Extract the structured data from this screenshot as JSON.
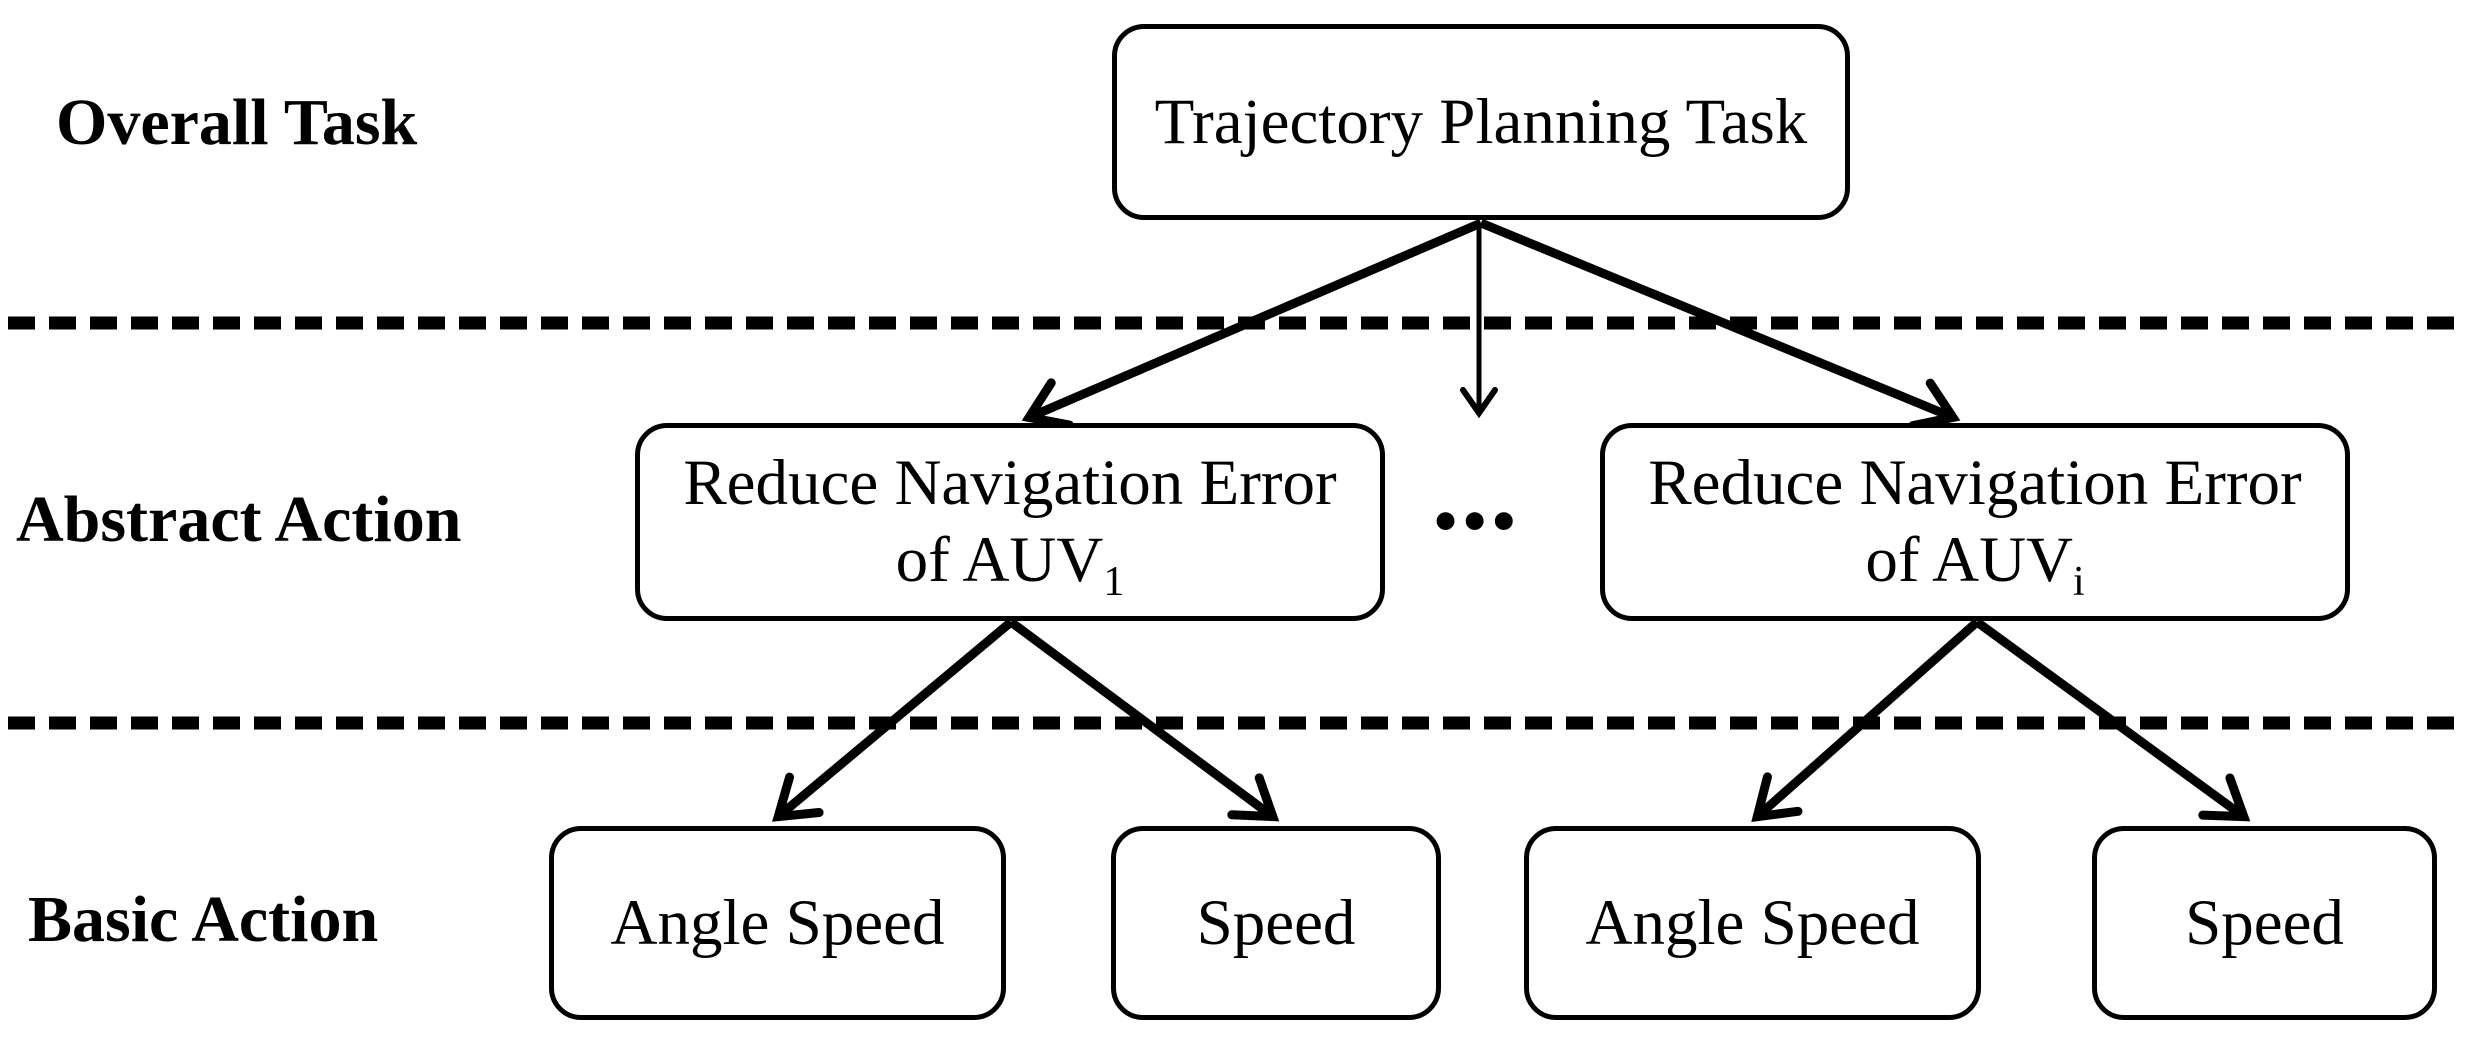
{
  "figure": {
    "background": "#ffffff",
    "ink_color": "#000000",
    "row_labels": {
      "overall": "Overall Task",
      "abstract": "Abstract Action",
      "basic": "Basic Action"
    },
    "nodes": {
      "root": {
        "label": "Trajectory Planning Task"
      },
      "abstract_1": {
        "line1": "Reduce Navigation Error",
        "line2_main": "of AUV",
        "line2_sub": "1"
      },
      "abstract_i": {
        "line1": "Reduce Navigation Error",
        "line2_main": "of AUV",
        "line2_sub": "i"
      },
      "basic_1": {
        "label": "Angle Speed"
      },
      "basic_2": {
        "label": "Speed"
      },
      "basic_3": {
        "label": "Angle Speed"
      },
      "basic_4": {
        "label": "Speed"
      }
    },
    "ellipsis": "•••"
  }
}
